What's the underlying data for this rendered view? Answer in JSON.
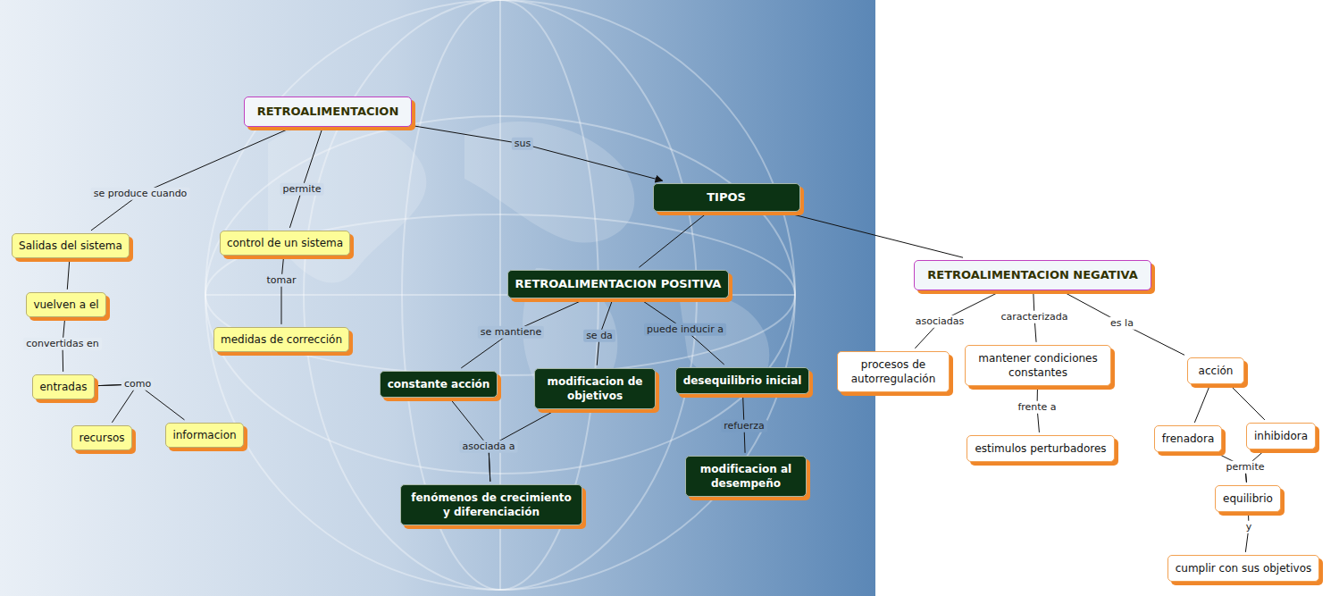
{
  "diagram": {
    "nodes": [
      {
        "text": [
          "RETROALIMENTACION"
        ]
      },
      {
        "text": [
          "Salidas del sistema"
        ]
      },
      {
        "text": [
          "vuelven a el"
        ]
      },
      {
        "text": [
          "entradas"
        ]
      },
      {
        "text": [
          "recursos"
        ]
      },
      {
        "text": [
          "informacion"
        ]
      },
      {
        "text": [
          "control de un sistema"
        ]
      },
      {
        "text": [
          "medidas de corrección"
        ]
      },
      {
        "text": [
          "TIPOS"
        ]
      },
      {
        "text": [
          "RETROALIMENTACION POSITIVA"
        ]
      },
      {
        "text": [
          "constante acción"
        ]
      },
      {
        "text": [
          "modificacion de objetivos"
        ]
      },
      {
        "text": [
          "desequilibrio inicial"
        ]
      },
      {
        "text": [
          "modificacion al desempeño"
        ]
      },
      {
        "text": [
          "fenómenos de crecimiento y diferenciación"
        ]
      },
      {
        "text": [
          "RETROALIMENTACION NEGATIVA"
        ]
      },
      {
        "text": [
          "procesos de autorregulación"
        ]
      },
      {
        "text": [
          "mantener condiciones constantes"
        ]
      },
      {
        "text": [
          "estimulos perturbadores"
        ]
      },
      {
        "text": [
          "acción"
        ]
      },
      {
        "text": [
          "frenadora"
        ]
      },
      {
        "text": [
          "inhibidora"
        ]
      },
      {
        "text": [
          "equilibrio"
        ]
      },
      {
        "text": [
          "cumplir con sus objetivos"
        ]
      }
    ],
    "edges": [
      {
        "from": 0,
        "to": 1,
        "label": "se produce cuando",
        "arrow": "none"
      },
      {
        "from": 0,
        "to": 6,
        "label": "permite",
        "arrow": "none"
      },
      {
        "from": 0,
        "to": 8,
        "label": "sus",
        "arrow": "to"
      },
      {
        "from": 1,
        "to": 2,
        "arrow": "none"
      },
      {
        "from": 2,
        "to": 3,
        "label": "convertidas en",
        "arrow": "none"
      },
      {
        "from": 3,
        "to": 4,
        "label": "como",
        "arrow": "none"
      },
      {
        "from": 3,
        "to": 5,
        "arrow": "none"
      },
      {
        "from": 6,
        "to": 7,
        "label": "tomar",
        "arrow": "none"
      },
      {
        "from": 8,
        "to": 9,
        "arrow": "none"
      },
      {
        "from": 8,
        "to": 15,
        "arrow": "none"
      },
      {
        "from": 9,
        "to": 10,
        "label": "se mantiene",
        "arrow": "none"
      },
      {
        "from": 9,
        "to": 11,
        "label": "se da",
        "arrow": "none"
      },
      {
        "from": 9,
        "to": 12,
        "label": "puede inducir a",
        "arrow": "none"
      },
      {
        "from": 10,
        "to": 14,
        "label": "asociada a",
        "arrow": "none"
      },
      {
        "from": 11,
        "to": 14,
        "arrow": "none"
      },
      {
        "from": 12,
        "to": 13,
        "label": "refuerza",
        "arrow": "none"
      },
      {
        "from": 15,
        "to": 16,
        "label": "asociadas",
        "arrow": "none"
      },
      {
        "from": 15,
        "to": 17,
        "label": "caracterizada",
        "arrow": "none"
      },
      {
        "from": 15,
        "to": 19,
        "label": "es la",
        "arrow": "none"
      },
      {
        "from": 17,
        "to": 18,
        "label": "frente a",
        "arrow": "none"
      },
      {
        "from": 19,
        "to": 20,
        "arrow": "none"
      },
      {
        "from": 19,
        "to": 21,
        "arrow": "none"
      },
      {
        "from": 20,
        "to": 22,
        "label": "permite",
        "arrow": "none"
      },
      {
        "from": 21,
        "to": 22,
        "arrow": "none"
      },
      {
        "from": 22,
        "to": 23,
        "label": "y",
        "arrow": "none"
      }
    ]
  }
}
